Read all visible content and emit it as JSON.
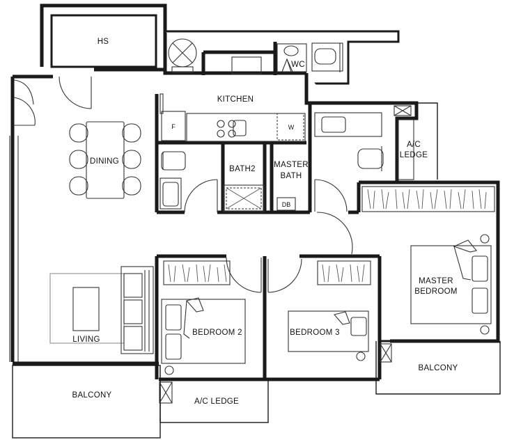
{
  "rooms": {
    "hs": "HS",
    "wc": "WC",
    "kitchen": "KITCHEN",
    "dining": "DINING",
    "bath2": "BATH2",
    "master_bath_line1": "MASTER",
    "master_bath_line2": "BATH",
    "ac_ledge_top_line1": "A/C",
    "ac_ledge_top_line2": "LEDGE",
    "master_bedroom_line1": "MASTER",
    "master_bedroom_line2": "BEDROOM",
    "bedroom2": "BEDROOM 2",
    "bedroom3": "BEDROOM 3",
    "living": "LIVING",
    "balcony_left": "BALCONY",
    "ac_ledge_bottom": "A/C LEDGE",
    "balcony_right": "BALCONY"
  },
  "fixtures": {
    "fridge": "F",
    "washer": "W",
    "db": "DB"
  }
}
